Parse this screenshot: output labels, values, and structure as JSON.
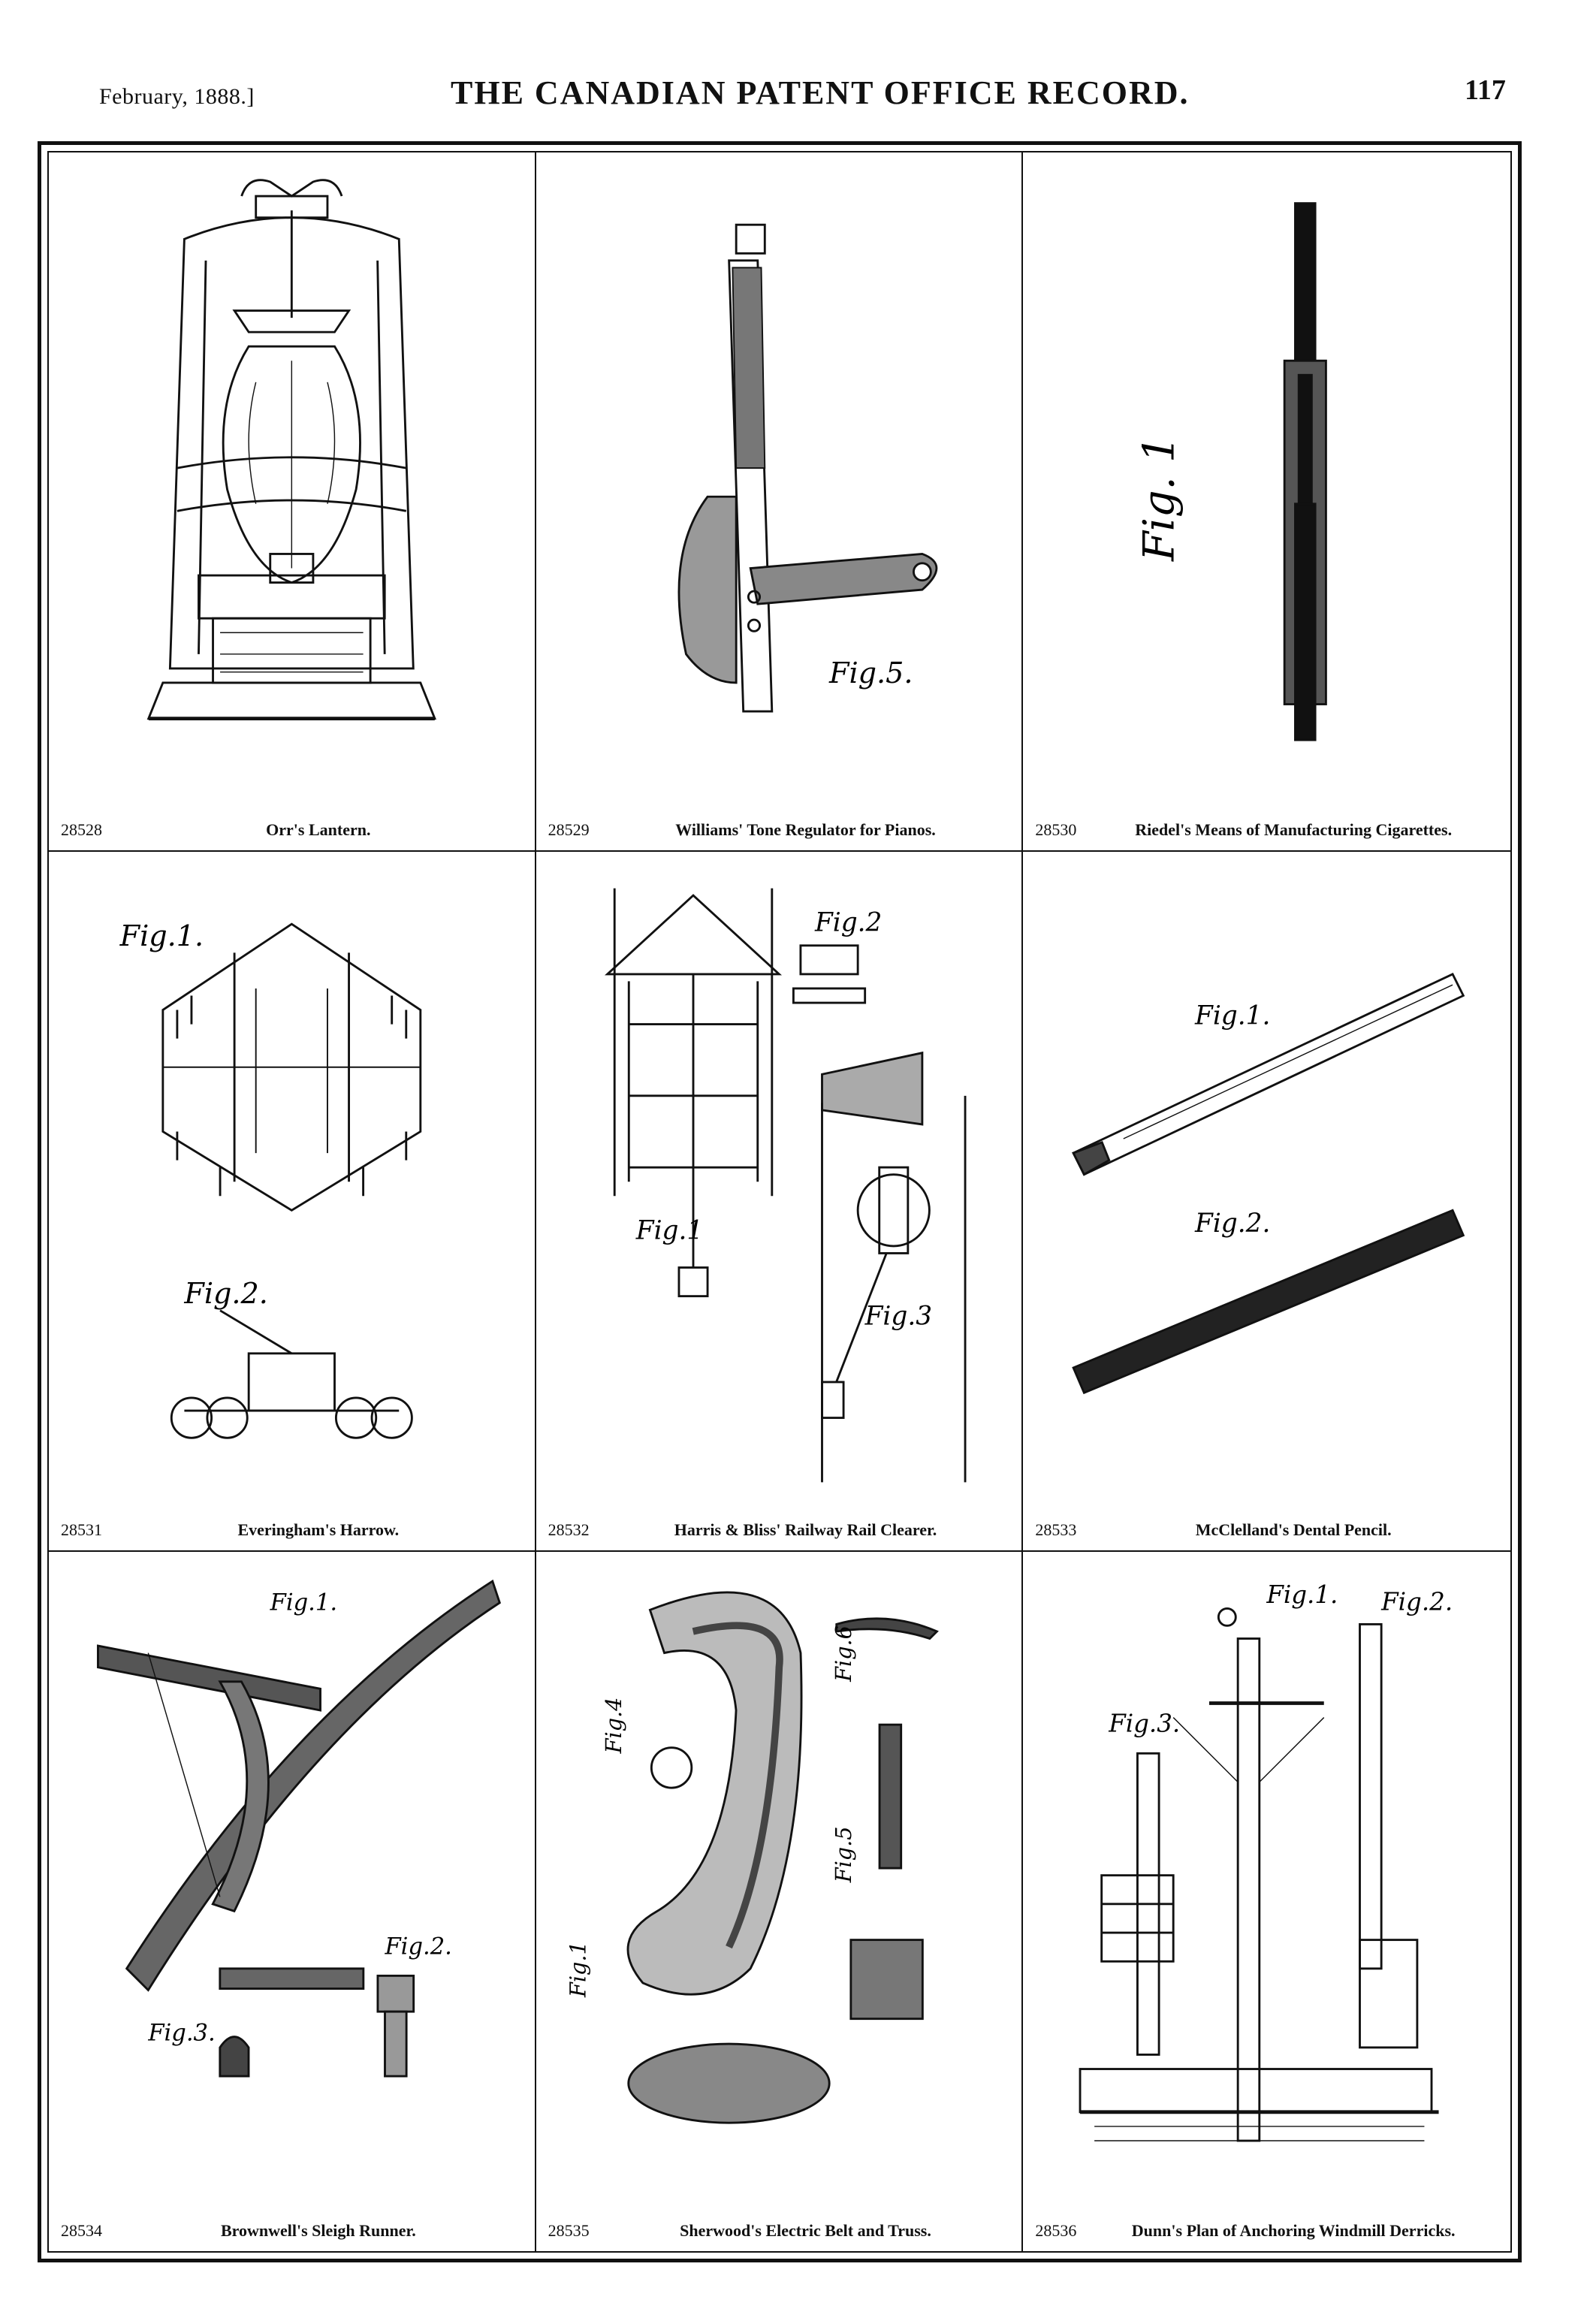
{
  "header": {
    "date": "February, 1888.]",
    "title": "THE CANADIAN PATENT OFFICE RECORD.",
    "page_number": "117"
  },
  "patents": [
    {
      "number": "28528",
      "title": "Orr's Lantern."
    },
    {
      "number": "28529",
      "title": "Williams' Tone Regulator for Pianos.",
      "fig_labels": [
        "Fig.5."
      ]
    },
    {
      "number": "28530",
      "title": "Riedel's Means of Manufacturing Cigarettes.",
      "fig_labels": [
        "Fig. 1"
      ]
    },
    {
      "number": "28531",
      "title": "Everingham's Harrow.",
      "fig_labels": [
        "Fig.1.",
        "Fig.2."
      ]
    },
    {
      "number": "28532",
      "title": "Harris & Bliss' Railway Rail Clearer.",
      "fig_labels": [
        "Fig.1",
        "Fig.2",
        "Fig.3"
      ]
    },
    {
      "number": "28533",
      "title": "McClelland's Dental Pencil.",
      "fig_labels": [
        "Fig.1.",
        "Fig.2."
      ]
    },
    {
      "number": "28534",
      "title": "Brownwell's Sleigh Runner.",
      "fig_labels": [
        "Fig.1.",
        "Fig.2.",
        "Fig.3."
      ]
    },
    {
      "number": "28535",
      "title": "Sherwood's Electric Belt and Truss.",
      "fig_labels": [
        "Fig.1",
        "Fig.4",
        "Fig.5",
        "Fig.6"
      ]
    },
    {
      "number": "28536",
      "title": "Dunn's Plan of Anchoring Windmill Derricks.",
      "fig_labels": [
        "Fig.1.",
        "Fig.2.",
        "Fig.3."
      ]
    }
  ]
}
